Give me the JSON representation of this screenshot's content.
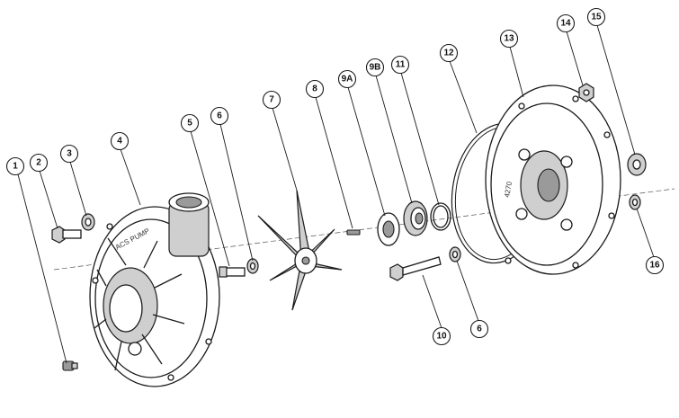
{
  "diagram": {
    "type": "exploded-assembly",
    "embossed_text": "ACS PUMP",
    "cover_mark": "4270",
    "callouts": [
      {
        "id": "c1",
        "label": "1"
      },
      {
        "id": "c2",
        "label": "2"
      },
      {
        "id": "c3",
        "label": "3"
      },
      {
        "id": "c4",
        "label": "4"
      },
      {
        "id": "c5",
        "label": "5"
      },
      {
        "id": "c6a",
        "label": "6"
      },
      {
        "id": "c7",
        "label": "7"
      },
      {
        "id": "c8",
        "label": "8"
      },
      {
        "id": "c9a",
        "label": "9A"
      },
      {
        "id": "c9b",
        "label": "9B"
      },
      {
        "id": "c11",
        "label": "11"
      },
      {
        "id": "c12",
        "label": "12"
      },
      {
        "id": "c13",
        "label": "13"
      },
      {
        "id": "c14",
        "label": "14"
      },
      {
        "id": "c15",
        "label": "15"
      },
      {
        "id": "c16",
        "label": "16"
      },
      {
        "id": "c10",
        "label": "10"
      },
      {
        "id": "c6b",
        "label": "6"
      }
    ]
  }
}
